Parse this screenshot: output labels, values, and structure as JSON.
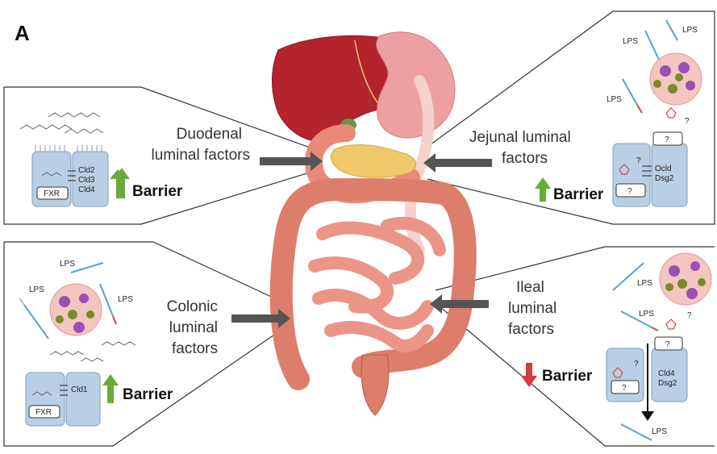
{
  "panel_letter": "A",
  "labels": {
    "duodenal": [
      "Duodenal",
      "luminal factors"
    ],
    "jejunal": [
      "Jejunal luminal",
      "factors"
    ],
    "colonic": [
      "Colonic",
      "luminal",
      "factors"
    ],
    "ileal": [
      "Ileal",
      "luminal",
      "factors"
    ]
  },
  "barrier_text": "Barrier",
  "inset_duodenal": {
    "proteins": [
      "Cld2",
      "Cld3",
      "Cld4"
    ],
    "receptor": "FXR",
    "effect": "up"
  },
  "inset_jejunal": {
    "proteins": [
      "Ocld",
      "Dsg2"
    ],
    "unknown": "?",
    "lps": [
      "LPS",
      "LPS",
      "LPS"
    ],
    "effect": "up"
  },
  "inset_colonic": {
    "proteins": [
      "Cld1"
    ],
    "receptor": "FXR",
    "lps": [
      "LPS",
      "LPS",
      "LPS"
    ],
    "effect": "up"
  },
  "inset_ileal": {
    "proteins": [
      "Cld4",
      "Dsg2"
    ],
    "unknown": "?",
    "lps": [
      "LPS",
      "LPS",
      "LPS"
    ],
    "effect": "down"
  },
  "colors": {
    "up_arrow": "#6aaa3a",
    "down_arrow": "#d63a3a",
    "cell_fill": "#b9cfe6",
    "liver": "#b3242d",
    "intestine": "#e8897a",
    "stomach": "#eea0a0",
    "pancreas": "#efc96a"
  }
}
